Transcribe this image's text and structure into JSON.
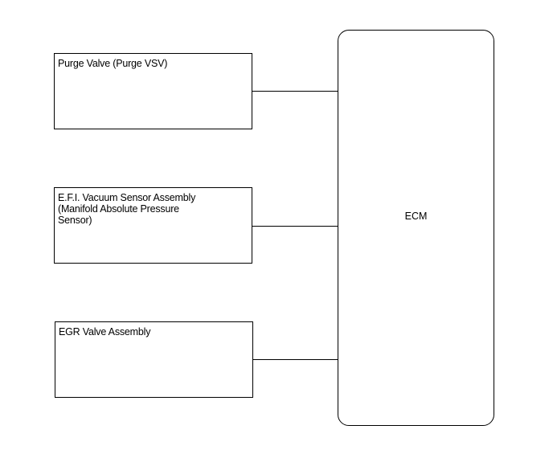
{
  "diagram": {
    "components": [
      {
        "id": "purge",
        "label": "Purge Valve (Purge VSV)"
      },
      {
        "id": "vacuum",
        "label": "E.F.I. Vacuum Sensor Assembly\n(Manifold Absolute Pressure\nSensor)"
      },
      {
        "id": "egr",
        "label": "EGR Valve Assembly"
      }
    ],
    "controller": {
      "label": "ECM"
    }
  }
}
